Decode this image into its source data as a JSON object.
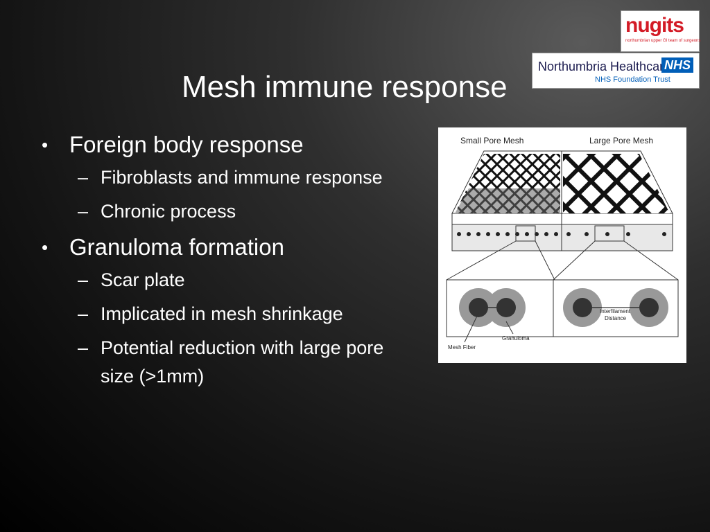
{
  "slide": {
    "title": "Mesh immune response"
  },
  "logos": {
    "nugits": {
      "word": "nugits",
      "tagline": "northumbrian upper GI team of surgeons"
    },
    "nhs": {
      "organisation": "Northumbria Healthcare",
      "badge": "NHS",
      "trust": "NHS Foundation Trust"
    }
  },
  "bullets": [
    {
      "text": "Foreign body response",
      "subs": [
        "Fibroblasts and immune response",
        "Chronic process"
      ]
    },
    {
      "text": "Granuloma formation",
      "subs": [
        "Scar plate",
        "Implicated in mesh shrinkage",
        "Potential reduction with large pore size (>1mm)"
      ]
    }
  ],
  "figure": {
    "label_small": "Small Pore Mesh",
    "label_large": "Large Pore Mesh",
    "label_fiber": "Mesh Fiber",
    "label_granuloma": "Granuloma",
    "label_interfilament_1": "Interfilament",
    "label_interfilament_2": "Distance"
  }
}
